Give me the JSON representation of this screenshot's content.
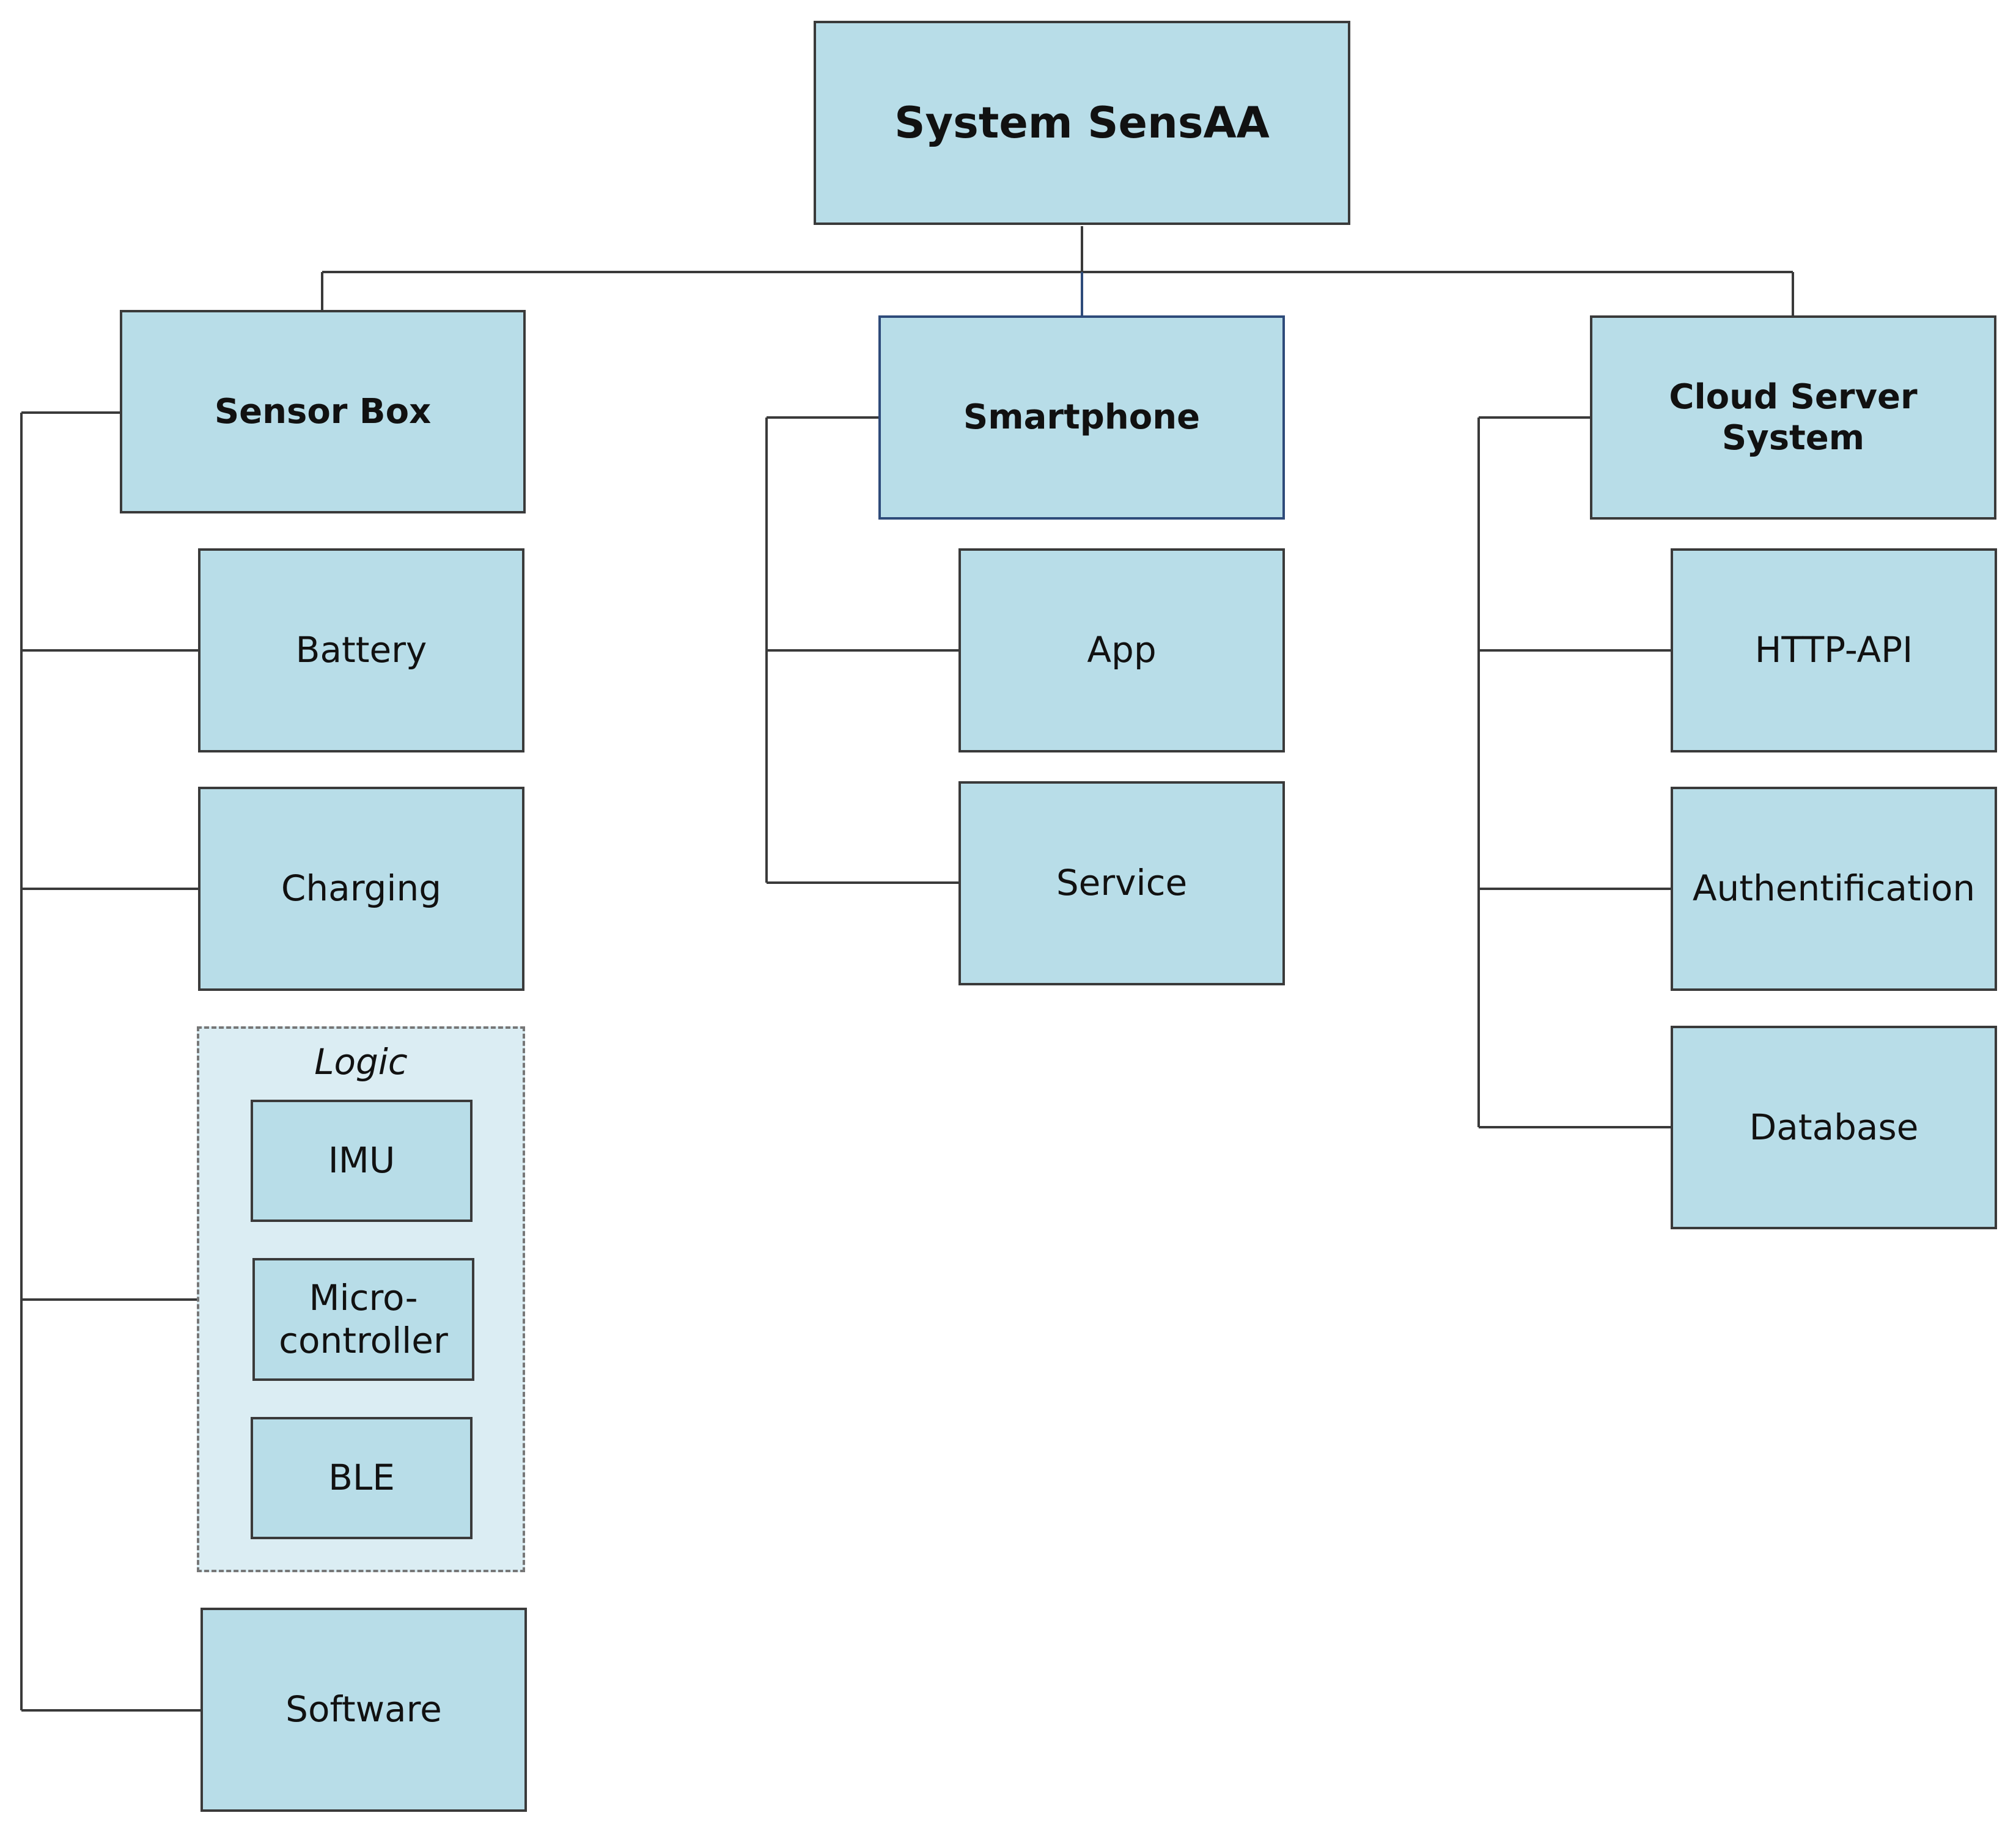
{
  "diagram": {
    "root": {
      "label": "System SensAA"
    },
    "branches": [
      {
        "label": "Sensor Box",
        "children": [
          {
            "label": "Battery"
          },
          {
            "label": "Charging"
          },
          {
            "group": "Logic",
            "children": [
              {
                "label": "IMU"
              },
              {
                "label": "Micro-\ncontroller"
              },
              {
                "label": "BLE"
              }
            ]
          },
          {
            "label": "Software"
          }
        ]
      },
      {
        "label": "Smartphone",
        "children": [
          {
            "label": "App"
          },
          {
            "label": "Service"
          }
        ]
      },
      {
        "label": "Cloud Server System",
        "children": [
          {
            "label": "HTTP-API"
          },
          {
            "label": "Authentification"
          },
          {
            "label": "Database"
          }
        ]
      }
    ]
  },
  "colors": {
    "box_fill": "#b8dde8",
    "group_fill": "#dbedf3",
    "line": "#3a3a3a"
  }
}
